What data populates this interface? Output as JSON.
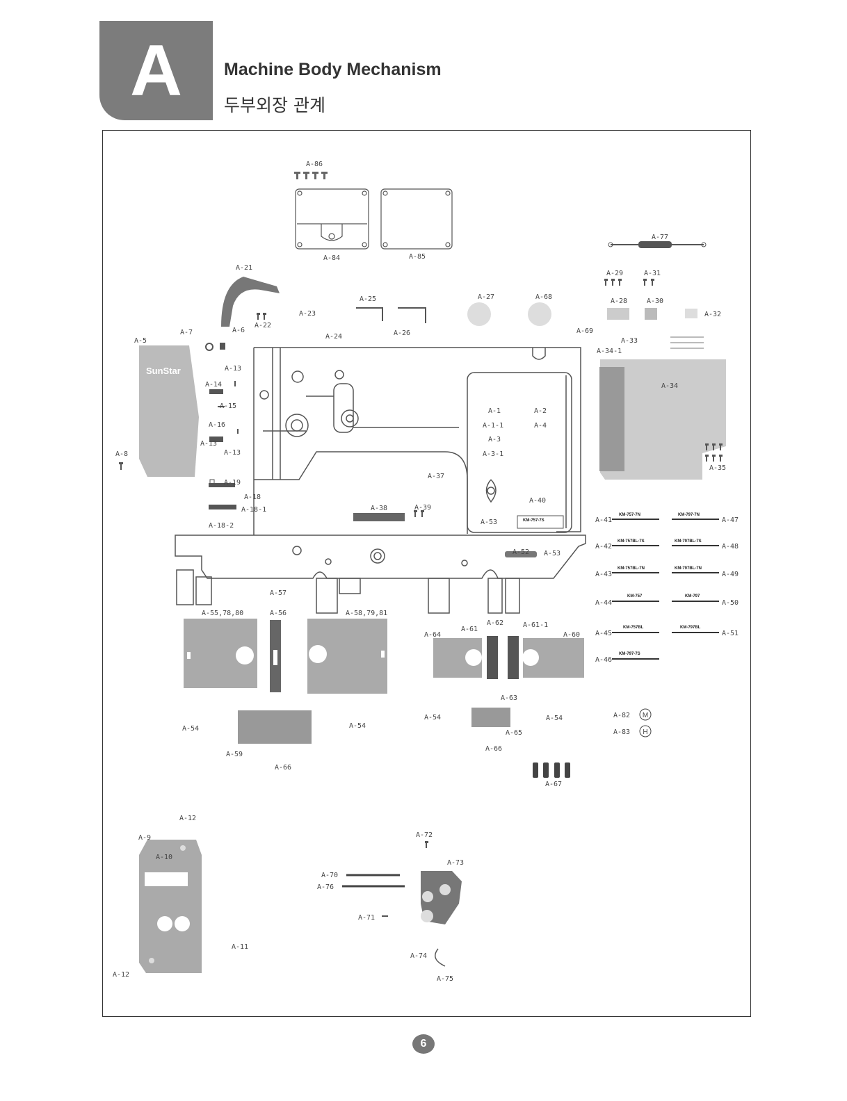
{
  "header": {
    "section_letter": "A",
    "title_en": "Machine Body Mechanism",
    "title_ko": "두부외장 관계"
  },
  "brand_logo": "SunStar",
  "part_labels": {
    "a86": "A-86",
    "a84": "A-84",
    "a85": "A-85",
    "a77": "A-77",
    "a29": "A-29",
    "a31": "A-31",
    "a21": "A-21",
    "a25": "A-25",
    "a27": "A-27",
    "a68": "A-68",
    "a28": "A-28",
    "a30": "A-30",
    "a32": "A-32",
    "a23": "A-23",
    "a22": "A-22",
    "a6": "A-6",
    "a7": "A-7",
    "a5": "A-5",
    "a24": "A-24",
    "a26": "A-26",
    "a69": "A-69",
    "a33": "A-33",
    "a34_1": "A-34-1",
    "a34": "A-34",
    "a13a": "A-13",
    "a14": "A-14",
    "a15": "A-15",
    "a16": "A-16",
    "a13b": "A-13",
    "a13c": "A-13",
    "a8": "A-8",
    "a19": "A-19",
    "a18": "A-18",
    "a18_1": "A-18-1",
    "a18_2": "A-18-2",
    "a1": "A-1",
    "a2": "A-2",
    "a1_1": "A-1-1",
    "a4": "A-4",
    "a3": "A-3",
    "a3_1": "A-3-1",
    "a37": "A-37",
    "a38": "A-38",
    "a39": "A-39",
    "a40": "A-40",
    "a53a": "A-53",
    "a52": "A-52",
    "a53b": "A-53",
    "a35": "A-35",
    "a41": "A-41",
    "a42": "A-42",
    "a43": "A-43",
    "a44": "A-44",
    "a45": "A-45",
    "a46": "A-46",
    "a47": "A-47",
    "a48": "A-48",
    "a49": "A-49",
    "a50": "A-50",
    "a51": "A-51",
    "a57": "A-57",
    "a56": "A-56",
    "a55": "A-55,78,80",
    "a58": "A-58,79,81",
    "a64": "A-64",
    "a61a": "A-61",
    "a62": "A-62",
    "a61_1": "A-61-1",
    "a60": "A-60",
    "a63": "A-63",
    "a54a": "A-54",
    "a54b": "A-54",
    "a54c": "A-54",
    "a54d": "A-54",
    "a59": "A-59",
    "a66a": "A-66",
    "a65": "A-65",
    "a66b": "A-66",
    "a67": "A-67",
    "a82": "A-82",
    "a83": "A-83",
    "a12a": "A-12",
    "a9": "A-9",
    "a10": "A-10",
    "a11": "A-11",
    "a12b": "A-12",
    "a72": "A-72",
    "a73": "A-73",
    "a70": "A-70",
    "a76": "A-76",
    "a71": "A-71",
    "a74": "A-74",
    "a75": "A-75"
  },
  "model_plates": {
    "p41": "KM-757-7N",
    "p47": "KM-797-7N",
    "p42": "KM-757BL-7S",
    "p48": "KM-797BL-7S",
    "p43": "KM-757BL-7N",
    "p49": "KM-797BL-7N",
    "p44": "KM-757",
    "p50": "KM-797",
    "p45": "KM-757BL",
    "p51": "KM-797BL",
    "p46": "KM-797-7S",
    "p40": "KM-757-7S"
  },
  "symbols": {
    "m": "M",
    "h": "H"
  },
  "page_number": "6"
}
